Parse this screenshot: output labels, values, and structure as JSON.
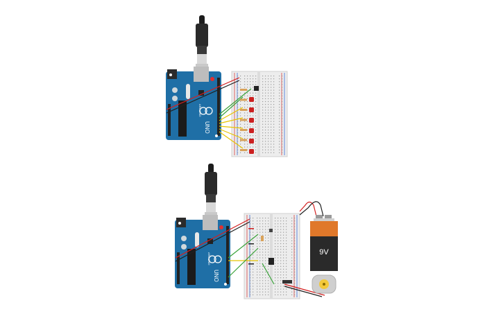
{
  "circuits": [
    {
      "board": "arduino-uno",
      "board_label": "UNO",
      "brand_label": "ARDUINO",
      "breadboard": "half-size",
      "components": [
        "resistor",
        "resistor",
        "resistor",
        "resistor",
        "resistor",
        "resistor",
        "resistor",
        "led",
        "led",
        "led",
        "led",
        "led",
        "led",
        "ic"
      ],
      "led_color": "#cc2020"
    },
    {
      "board": "arduino-uno",
      "board_label": "UNO",
      "brand_label": "ARDUINO",
      "breadboard": "half-size",
      "components": [
        "pushbutton",
        "resistor",
        "transistor",
        "diode",
        "battery",
        "dc-motor"
      ]
    }
  ],
  "battery": {
    "label": "9V"
  },
  "colors": {
    "arduino_blue": "#1f6fa6",
    "wire_red": "#d42020",
    "wire_black": "#202020",
    "wire_green": "#3aa33a",
    "wire_yellow": "#e6c400",
    "battery_orange": "#e0782a"
  }
}
